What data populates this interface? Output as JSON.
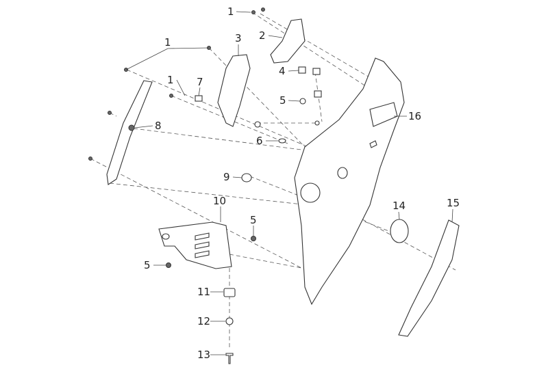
{
  "diagram": {
    "callouts": {
      "c1a": "1",
      "c1b": "1",
      "c1c": "1",
      "c2": "2",
      "c3": "3",
      "c4": "4",
      "c5a": "5",
      "c5b": "5",
      "c5c": "5",
      "c6": "6",
      "c7": "7",
      "c8": "8",
      "c9": "9",
      "c10": "10",
      "c11": "11",
      "c12": "12",
      "c13": "13",
      "c14": "14",
      "c15": "15",
      "c16": "16"
    }
  }
}
